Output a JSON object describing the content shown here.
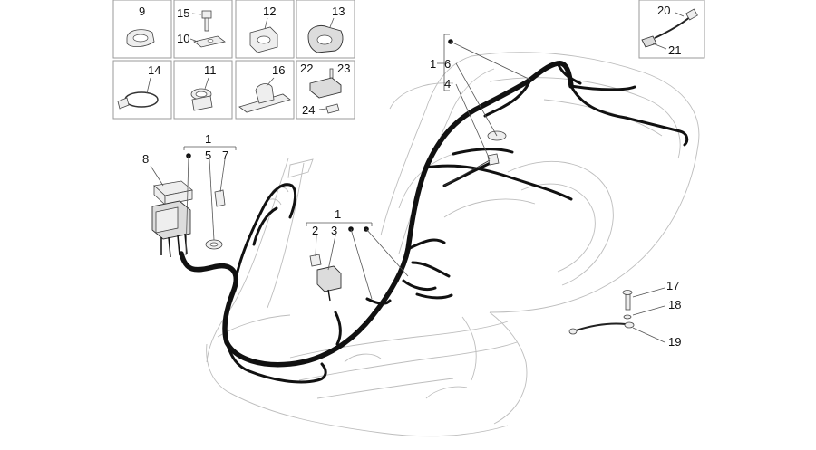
{
  "inset_boxes": [
    {
      "id": "box-9",
      "labels": [
        "9"
      ]
    },
    {
      "id": "box-15-10",
      "labels": [
        "15",
        "10"
      ]
    },
    {
      "id": "box-12",
      "labels": [
        "12"
      ]
    },
    {
      "id": "box-13",
      "labels": [
        "13"
      ]
    },
    {
      "id": "box-14",
      "labels": [
        "14"
      ]
    },
    {
      "id": "box-11",
      "labels": [
        "11"
      ]
    },
    {
      "id": "box-16",
      "labels": [
        "16"
      ]
    },
    {
      "id": "box-22-23-24",
      "labels": [
        "22",
        "23",
        "24"
      ]
    },
    {
      "id": "box-20-21",
      "labels": [
        "20",
        "21"
      ]
    }
  ],
  "callouts": {
    "c1_top": "1",
    "c6": "6",
    "c4": "4",
    "c1_left": "1",
    "c5": "5",
    "c7": "7",
    "c8": "8",
    "c1_mid": "1",
    "c2": "2",
    "c3": "3",
    "c17": "17",
    "c18": "18",
    "c19": "19"
  }
}
